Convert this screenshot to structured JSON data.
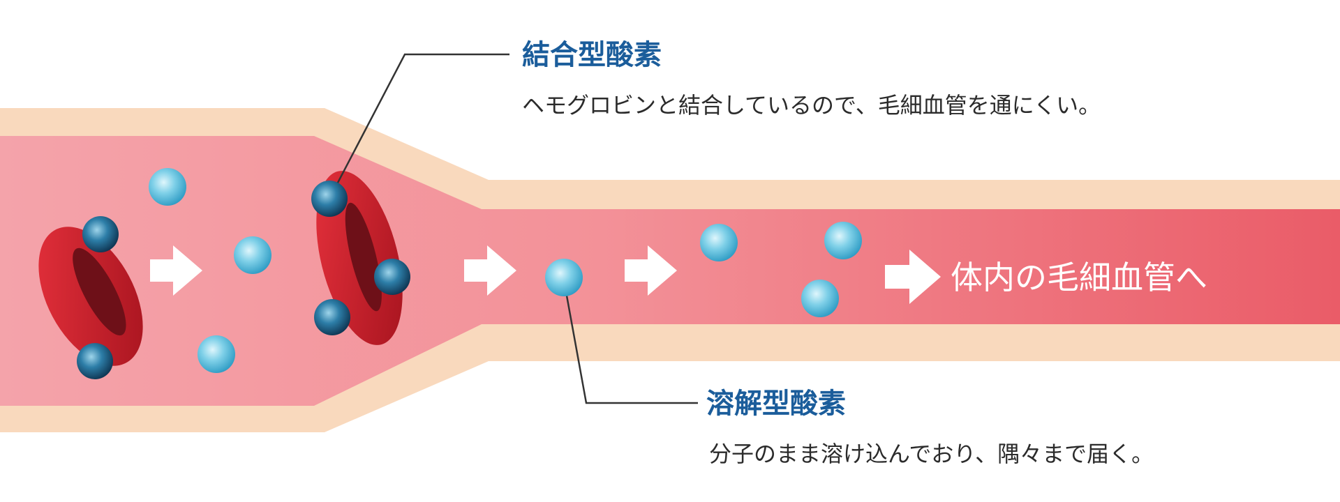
{
  "bound_oxygen": {
    "title": "結合型酸素",
    "description": "ヘモグロビンと結合しているので、毛細血管を通にくい。"
  },
  "dissolved_oxygen": {
    "title": "溶解型酸素",
    "description": "分子のまま溶け込んでおり、隅々まで届く。"
  },
  "destination": {
    "label": "体内の毛細血管へ"
  },
  "colors": {
    "vessel_wall": "#f9d9bd",
    "blood": "#ef7a84",
    "blood_light": "#f6aab0",
    "red_cell": "#c8202c",
    "red_cell_dark": "#6e1018",
    "oxygen_free": "#6cc6e2",
    "oxygen_bound": "#1d5d86",
    "label_blue": "#1b5d9b",
    "text_dark": "#2b2b2b",
    "arrow": "#ffffff"
  }
}
